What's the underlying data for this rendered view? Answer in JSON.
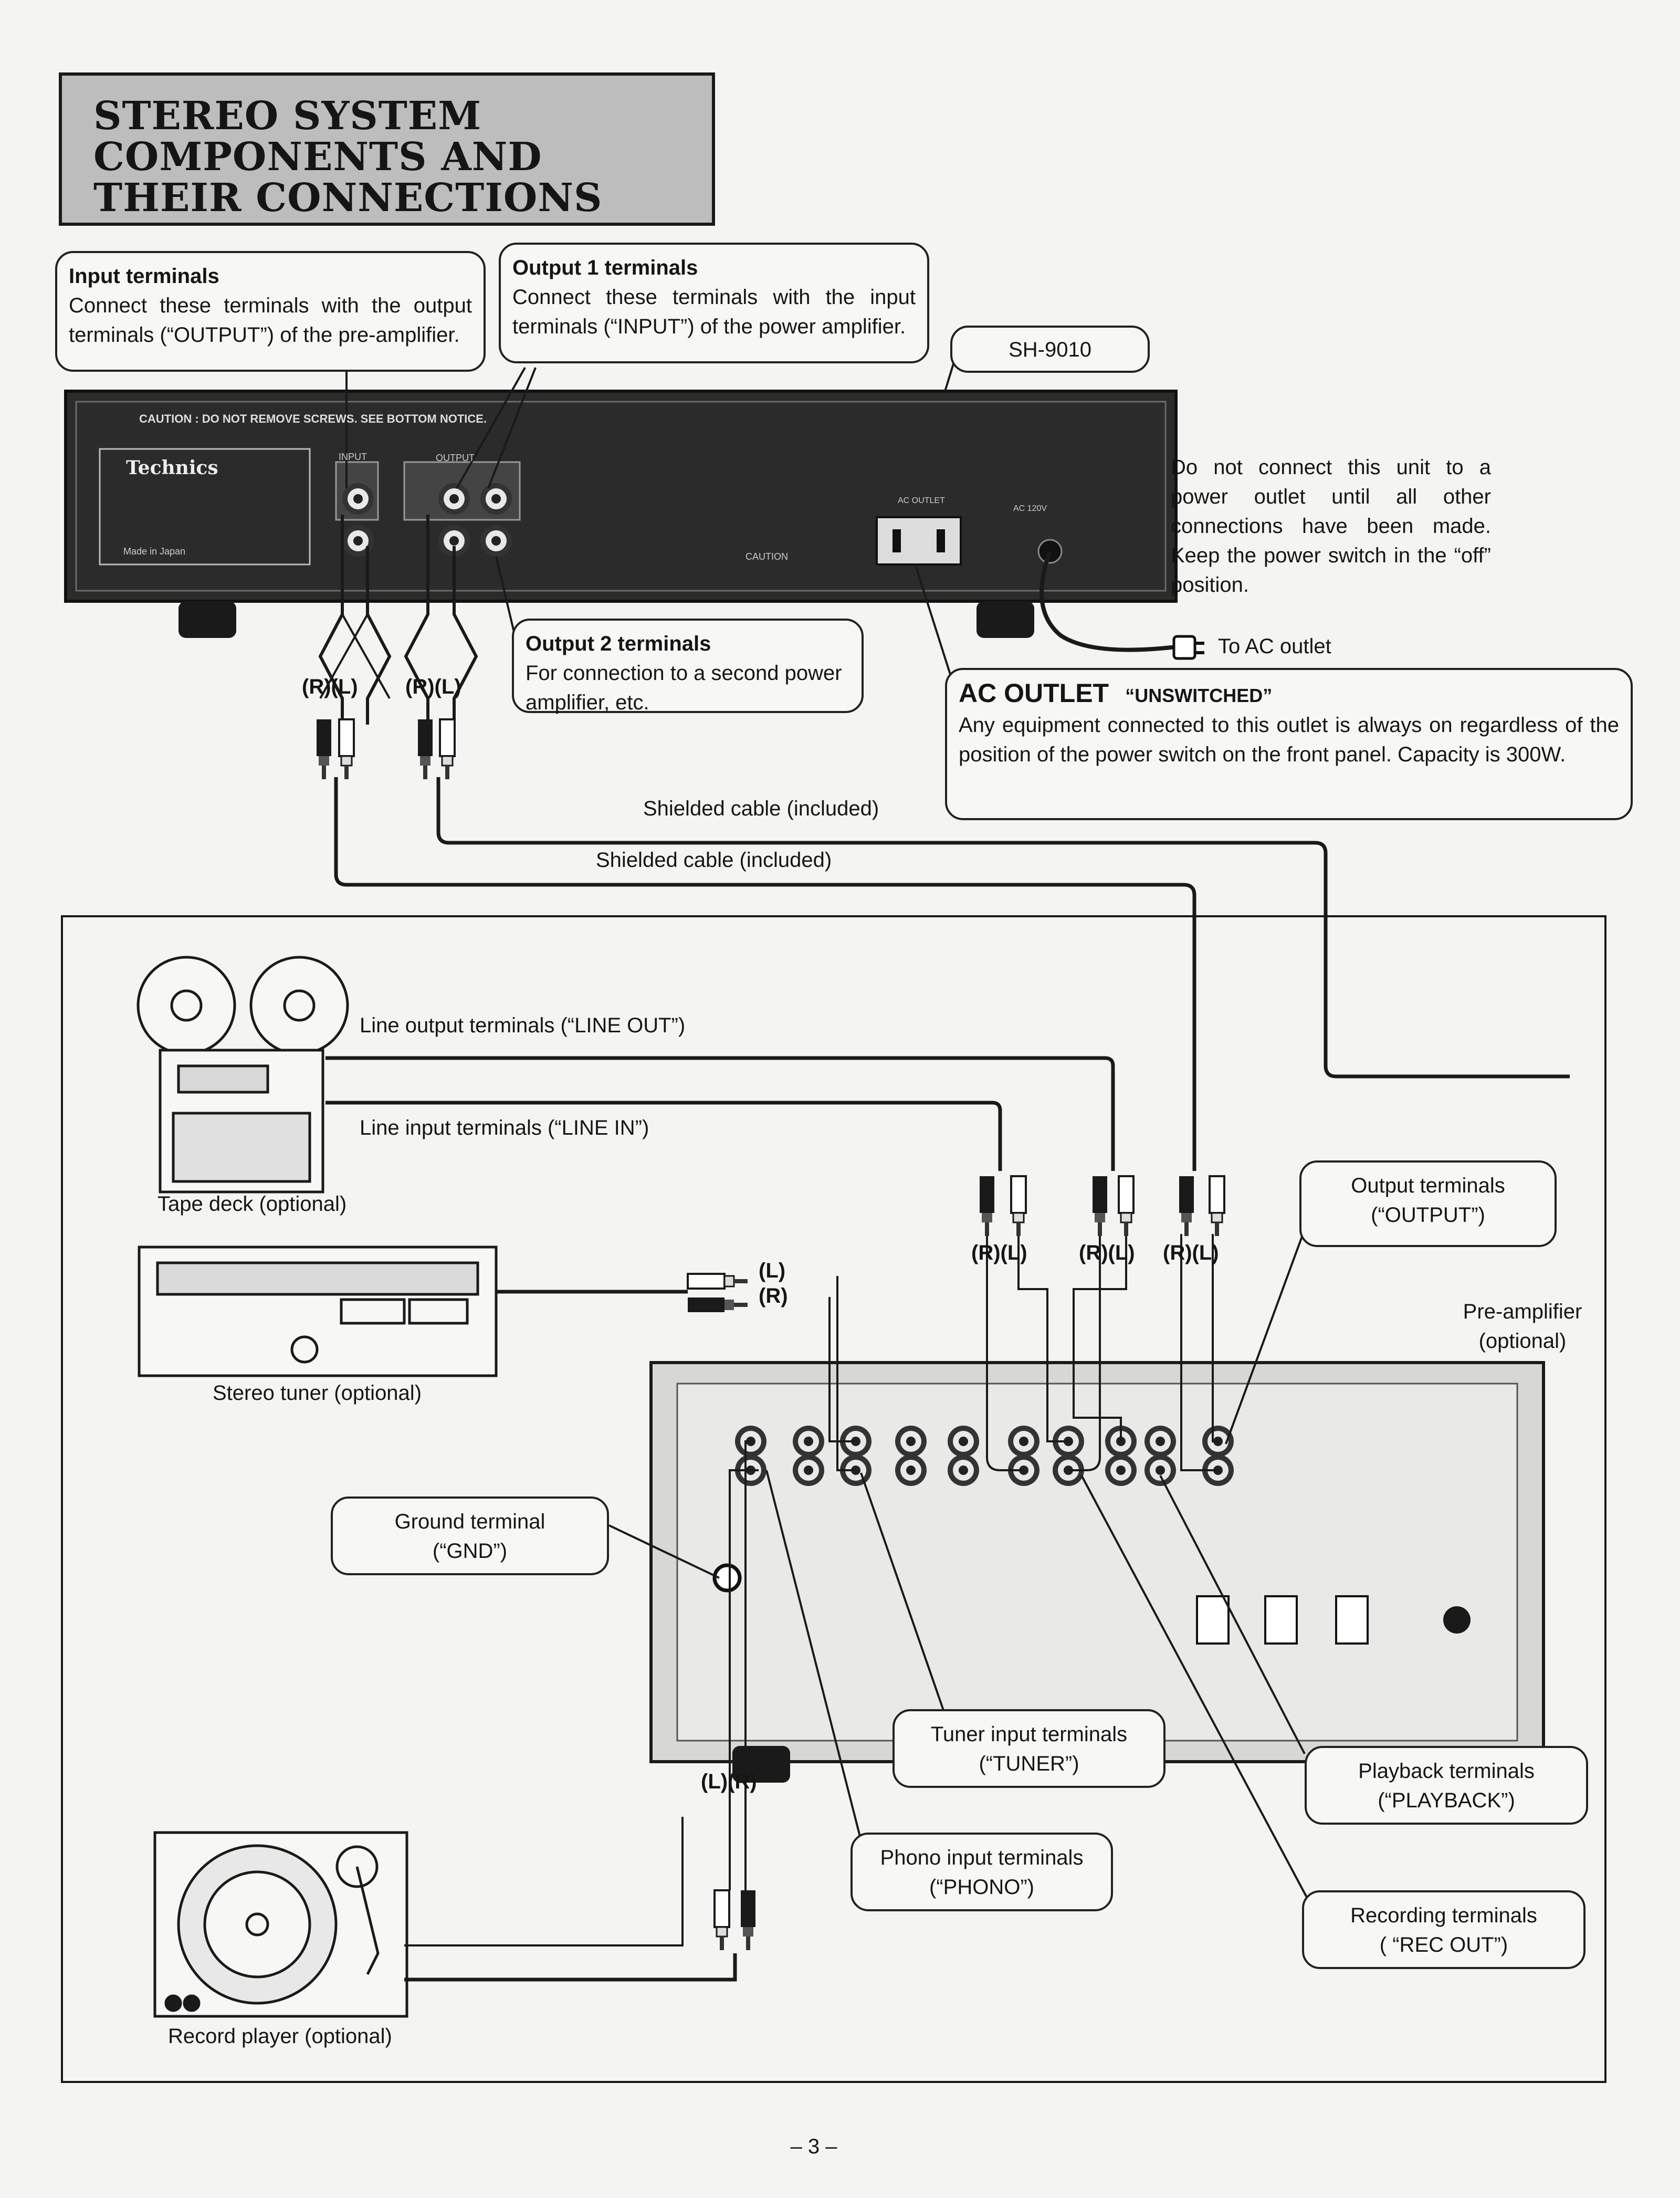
{
  "title": [
    "STEREO SYSTEM",
    "COMPONENTS AND",
    "THEIR CONNECTIONS"
  ],
  "callouts": {
    "input": {
      "head": "Input terminals",
      "body": "Connect these terminals with the output terminals (“OUTPUT”) of the pre-amplifier."
    },
    "output1": {
      "head": "Output 1 terminals",
      "body": "Connect these terminals with the input terminals (“INPUT”) of the power amplifier."
    },
    "model": "SH-9010",
    "output2": {
      "head": "Output 2 terminals",
      "body": "For connection to a second power amplifier, etc."
    },
    "ac_outlet": {
      "head": "AC OUTLET",
      "head_sub": "“UNSWITCHED”",
      "body": "Any equipment connected to this outlet is always on regardless of the position of the power switch on the front panel. Capacity is 300W."
    },
    "power_note": "Do not connect this unit to a power outlet until all other connections have been made. Keep the power switch in the “off” position.",
    "to_ac": "To AC outlet"
  },
  "equalizer_panel": {
    "caution_strip": "CAUTION : DO NOT REMOVE SCREWS. SEE BOTTOM NOTICE.",
    "brand": "Technics",
    "input_label": "INPUT",
    "output_label": "OUTPUT",
    "ac_outlet_label": "AC OUTLET",
    "ac_label": "AC 120V",
    "made_in": "Made in Japan",
    "caution": "CAUTION"
  },
  "cable_labels": {
    "rl_1": "(R)(L)",
    "rl_2": "(R)(L)",
    "shielded_1": "Shielded cable (included)",
    "shielded_2": "Shielded cable (included)",
    "line_out": "Line output terminals (“LINE OUT”)",
    "line_in": "Line input terminals (“LINE IN”)",
    "rl_3": "(R)(L)",
    "rl_4": "(R)(L)",
    "rl_5": "(R)(L)",
    "tuner_l": "(L)",
    "tuner_r": "(R)",
    "phono_lr": "(L)(R)"
  },
  "devices": {
    "tape_deck": "Tape deck (optional)",
    "tuner": "Stereo tuner (optional)",
    "record_player": "Record player (optional)",
    "preamp": "Pre-amplifier (optional)"
  },
  "preamp_callouts": {
    "output": {
      "head": "Output terminals",
      "sub": "(“OUTPUT”)"
    },
    "ground": {
      "head": "Ground terminal",
      "sub": "(“GND”)"
    },
    "tuner": {
      "head": "Tuner input terminals",
      "sub": "(“TUNER”)"
    },
    "phono": {
      "head": "Phono input terminals",
      "sub": "(“PHONO”)"
    },
    "playback": {
      "head": "Playback terminals",
      "sub": "(“PLAYBACK”)"
    },
    "rec_out": {
      "head": "Recording terminals",
      "sub": "( “REC OUT”)"
    }
  },
  "page_number": "– 3 –"
}
